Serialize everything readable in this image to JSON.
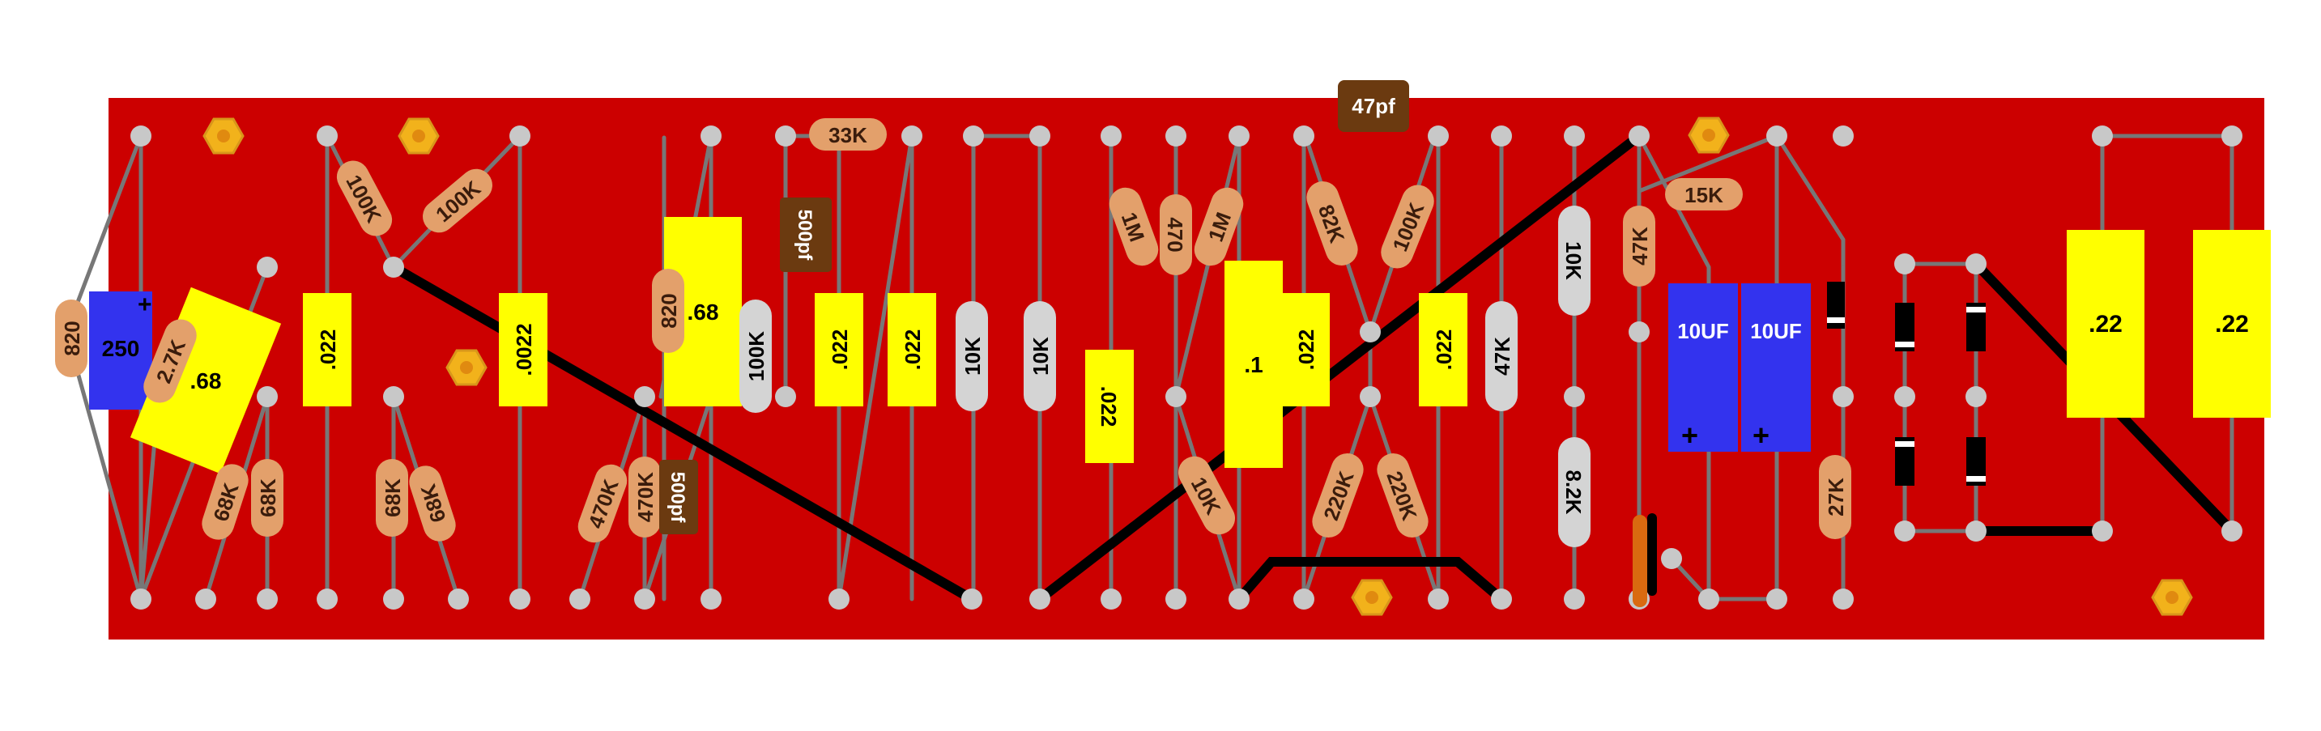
{
  "board": {
    "color": "#cc0000",
    "wire_color": "#777777",
    "jumper_color": "#000000",
    "pad_color": "#c8c8c8",
    "mount_color": "#f2b21b"
  },
  "component_colors": {
    "resistor": "#e3a06b",
    "resistor_text": "#3a1c0c",
    "film_cap": "#ffff00",
    "film_cap_text": "#000000",
    "small_cap": "#6b3a10",
    "small_cap_text": "#ffffff",
    "electrolytic": "#3333ee",
    "electrolytic_text": "#ffffff",
    "grey_resistor": "#d4d4d4"
  },
  "components": {
    "r820_left": "820",
    "pot250": "250",
    "pot250_mark": "+",
    "r2_7k": "2.7K",
    "c068_left": ".68",
    "r100k_a": "100K",
    "r100k_b": "100K",
    "c022_a": ".022",
    "c0022": ".0022",
    "r68k_a": "68K",
    "r68k_b": "68K",
    "r68k_c": "68K",
    "r68k_d": "68K",
    "r820_mid": "820",
    "c068_mid": ".68",
    "r470k_a": "470K",
    "r470k_b": "470K",
    "c500pf_a": "500pf",
    "r100k_grey": "100K",
    "r33k": "33K",
    "c500pf_b": "500pf",
    "c022_b": ".022",
    "c022_c": ".022",
    "r10k_grey_a": "10K",
    "r10k_grey_b": "10K",
    "c022_d": ".022",
    "r1m_a": "1M",
    "r470": "470",
    "r1m_b": "1M",
    "r10k_orange": "10K",
    "c1": ".1",
    "c022_e": ".022",
    "r82k": "82K",
    "r100k_c": "100K",
    "c47pf": "47pf",
    "r220k_a": "220K",
    "r220k_b": "220K",
    "c022_f": ".022",
    "r47k_grey": "47K",
    "r10k_grey_c": "10K",
    "r8_2k": "8.2K",
    "r47k_orange": "47K",
    "r15k": "15K",
    "e10uf_a": "10UF",
    "e10uf_b": "10UF",
    "e_plus_a": "+",
    "e_plus_b": "+",
    "r27k": "27K",
    "c22_a": ".22",
    "c22_b": ".22"
  }
}
